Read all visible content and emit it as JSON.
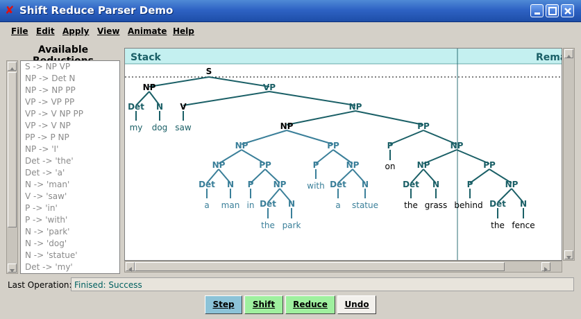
{
  "window": {
    "title": "Shift Reduce Parser Demo"
  },
  "menu": [
    "File",
    "Edit",
    "Apply",
    "View",
    "Animate",
    "Help"
  ],
  "reductions_panel": {
    "title": "Available Reductions",
    "items": [
      "S -> NP VP",
      "NP -> Det N",
      "NP -> NP PP",
      "VP -> VP PP",
      "VP -> V NP PP",
      "VP -> V NP",
      "PP -> P NP",
      "NP -> 'I'",
      "Det -> 'the'",
      "Det -> 'a'",
      "N -> 'man'",
      "V -> 'saw'",
      "P -> 'in'",
      "P -> 'with'",
      "N -> 'park'",
      "N -> 'dog'",
      "N -> 'statue'",
      "Det -> 'my'"
    ]
  },
  "canvas": {
    "stack_header": "Stack",
    "remaining_header": "Rema"
  },
  "tree_labels": {
    "S": "S",
    "NP": "NP",
    "VP": "VP",
    "PP": "PP",
    "Det": "Det",
    "N": "N",
    "V": "V",
    "P": "P",
    "words": {
      "my": "my",
      "dog": "dog",
      "saw": "saw",
      "a": "a",
      "man": "man",
      "in": "in",
      "the": "the",
      "park": "park",
      "with": "with",
      "statue": "statue",
      "on": "on",
      "grass": "grass",
      "behind": "behind",
      "fence": "fence"
    }
  },
  "status": {
    "label": "Last Operation:",
    "value": "Finised:  Success"
  },
  "buttons": {
    "step": "Step",
    "shift": "Shift",
    "reduce": "Reduce",
    "undo": "Undo"
  },
  "colors": {
    "header_bg": "#c4f0f0",
    "node_dark": "#1a5f66",
    "node_light": "#3a7f99",
    "shift_btn": "#9ff09f",
    "step_btn": "#8cc3d8"
  },
  "icons": {
    "app": "close-x-icon",
    "minimize": "minimize-icon",
    "maximize": "maximize-icon",
    "close": "close-icon"
  }
}
